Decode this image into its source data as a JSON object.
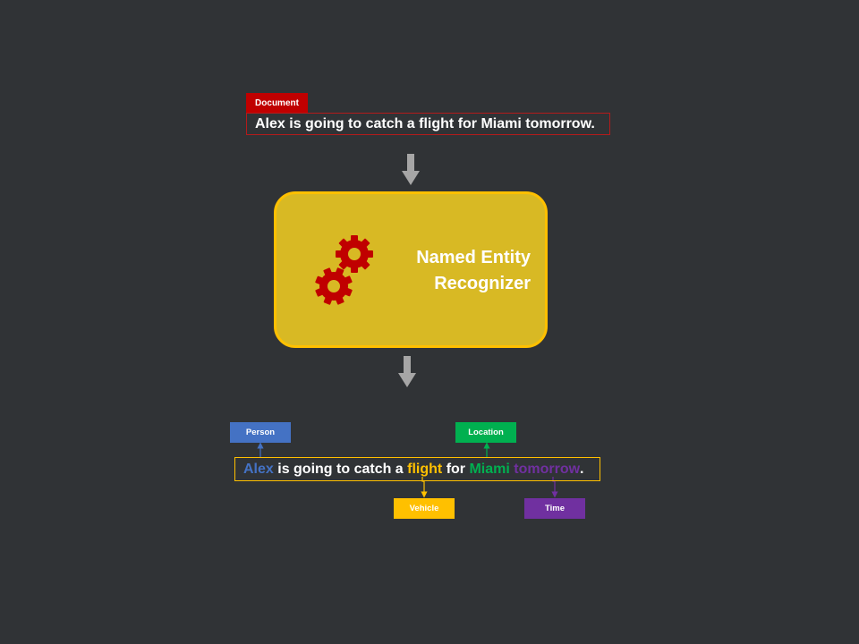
{
  "document": {
    "tag_label": "Document",
    "sentence": "Alex is going to catch a flight for Miami tomorrow."
  },
  "recognizer": {
    "line1": "Named Entity",
    "line2": "Recognizer",
    "icon": "gears-icon"
  },
  "output": {
    "tokens": [
      {
        "text": "Alex",
        "entity": "Person"
      },
      {
        "text": " is going to catch a ",
        "entity": null
      },
      {
        "text": "flight",
        "entity": "Vehicle"
      },
      {
        "text": " for ",
        "entity": null
      },
      {
        "text": "Miami",
        "entity": "Location"
      },
      {
        "text": " ",
        "entity": null
      },
      {
        "text": "tomorrow",
        "entity": "Time"
      },
      {
        "text": ".",
        "entity": null
      }
    ],
    "tags": {
      "person": "Person",
      "location": "Location",
      "vehicle": "Vehicle",
      "time": "Time"
    }
  },
  "colors": {
    "background": "#303336",
    "document_tag": "#c00000",
    "recognizer_fill": "#d8b924",
    "recognizer_border": "#ffc000",
    "gear": "#c00000",
    "arrow": "#a6a6a6",
    "person": "#4472c4",
    "location": "#00b050",
    "vehicle": "#ffc000",
    "time": "#7030a0"
  }
}
